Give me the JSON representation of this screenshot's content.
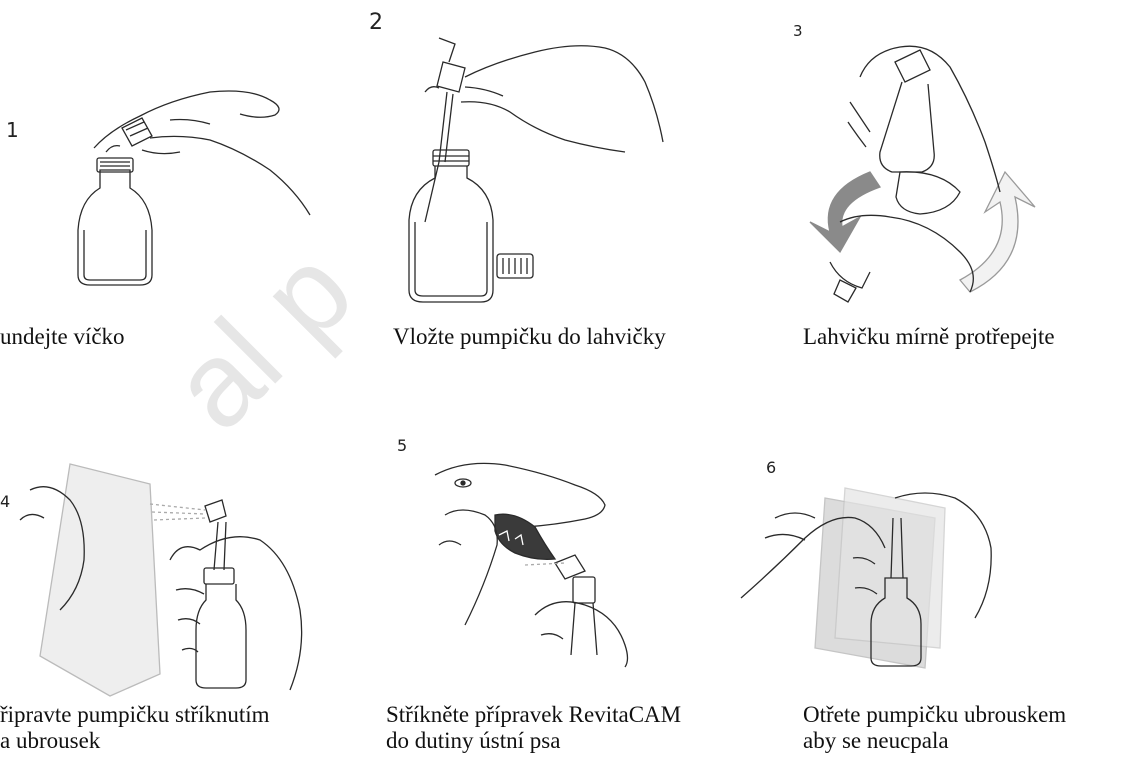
{
  "steps": [
    {
      "number": "1",
      "caption_lines": [
        "undejte víčko"
      ]
    },
    {
      "number": "2",
      "caption_lines": [
        "Vložte pumpičku do lahvičky"
      ]
    },
    {
      "number": "3",
      "caption_lines": [
        "Lahvičku mírně protřepejte"
      ]
    },
    {
      "number": "4",
      "caption_lines": [
        "řipravte pumpičku stříknutím",
        "a ubrousek"
      ]
    },
    {
      "number": "5",
      "caption_lines": [
        "Stříkněte přípravek RevitaCAM",
        "do dutiny ústní psa"
      ]
    },
    {
      "number": "6",
      "caption_lines": [
        "Otřete pumpičku ubrouskem",
        "aby se neucpala"
      ]
    }
  ],
  "watermark": {
    "text": "al p"
  },
  "colors": {
    "line": "#2a2a2a",
    "arrow": "#8a8a8a",
    "tissue": "#cfcfcf",
    "watermark": "#e6e6e6"
  }
}
